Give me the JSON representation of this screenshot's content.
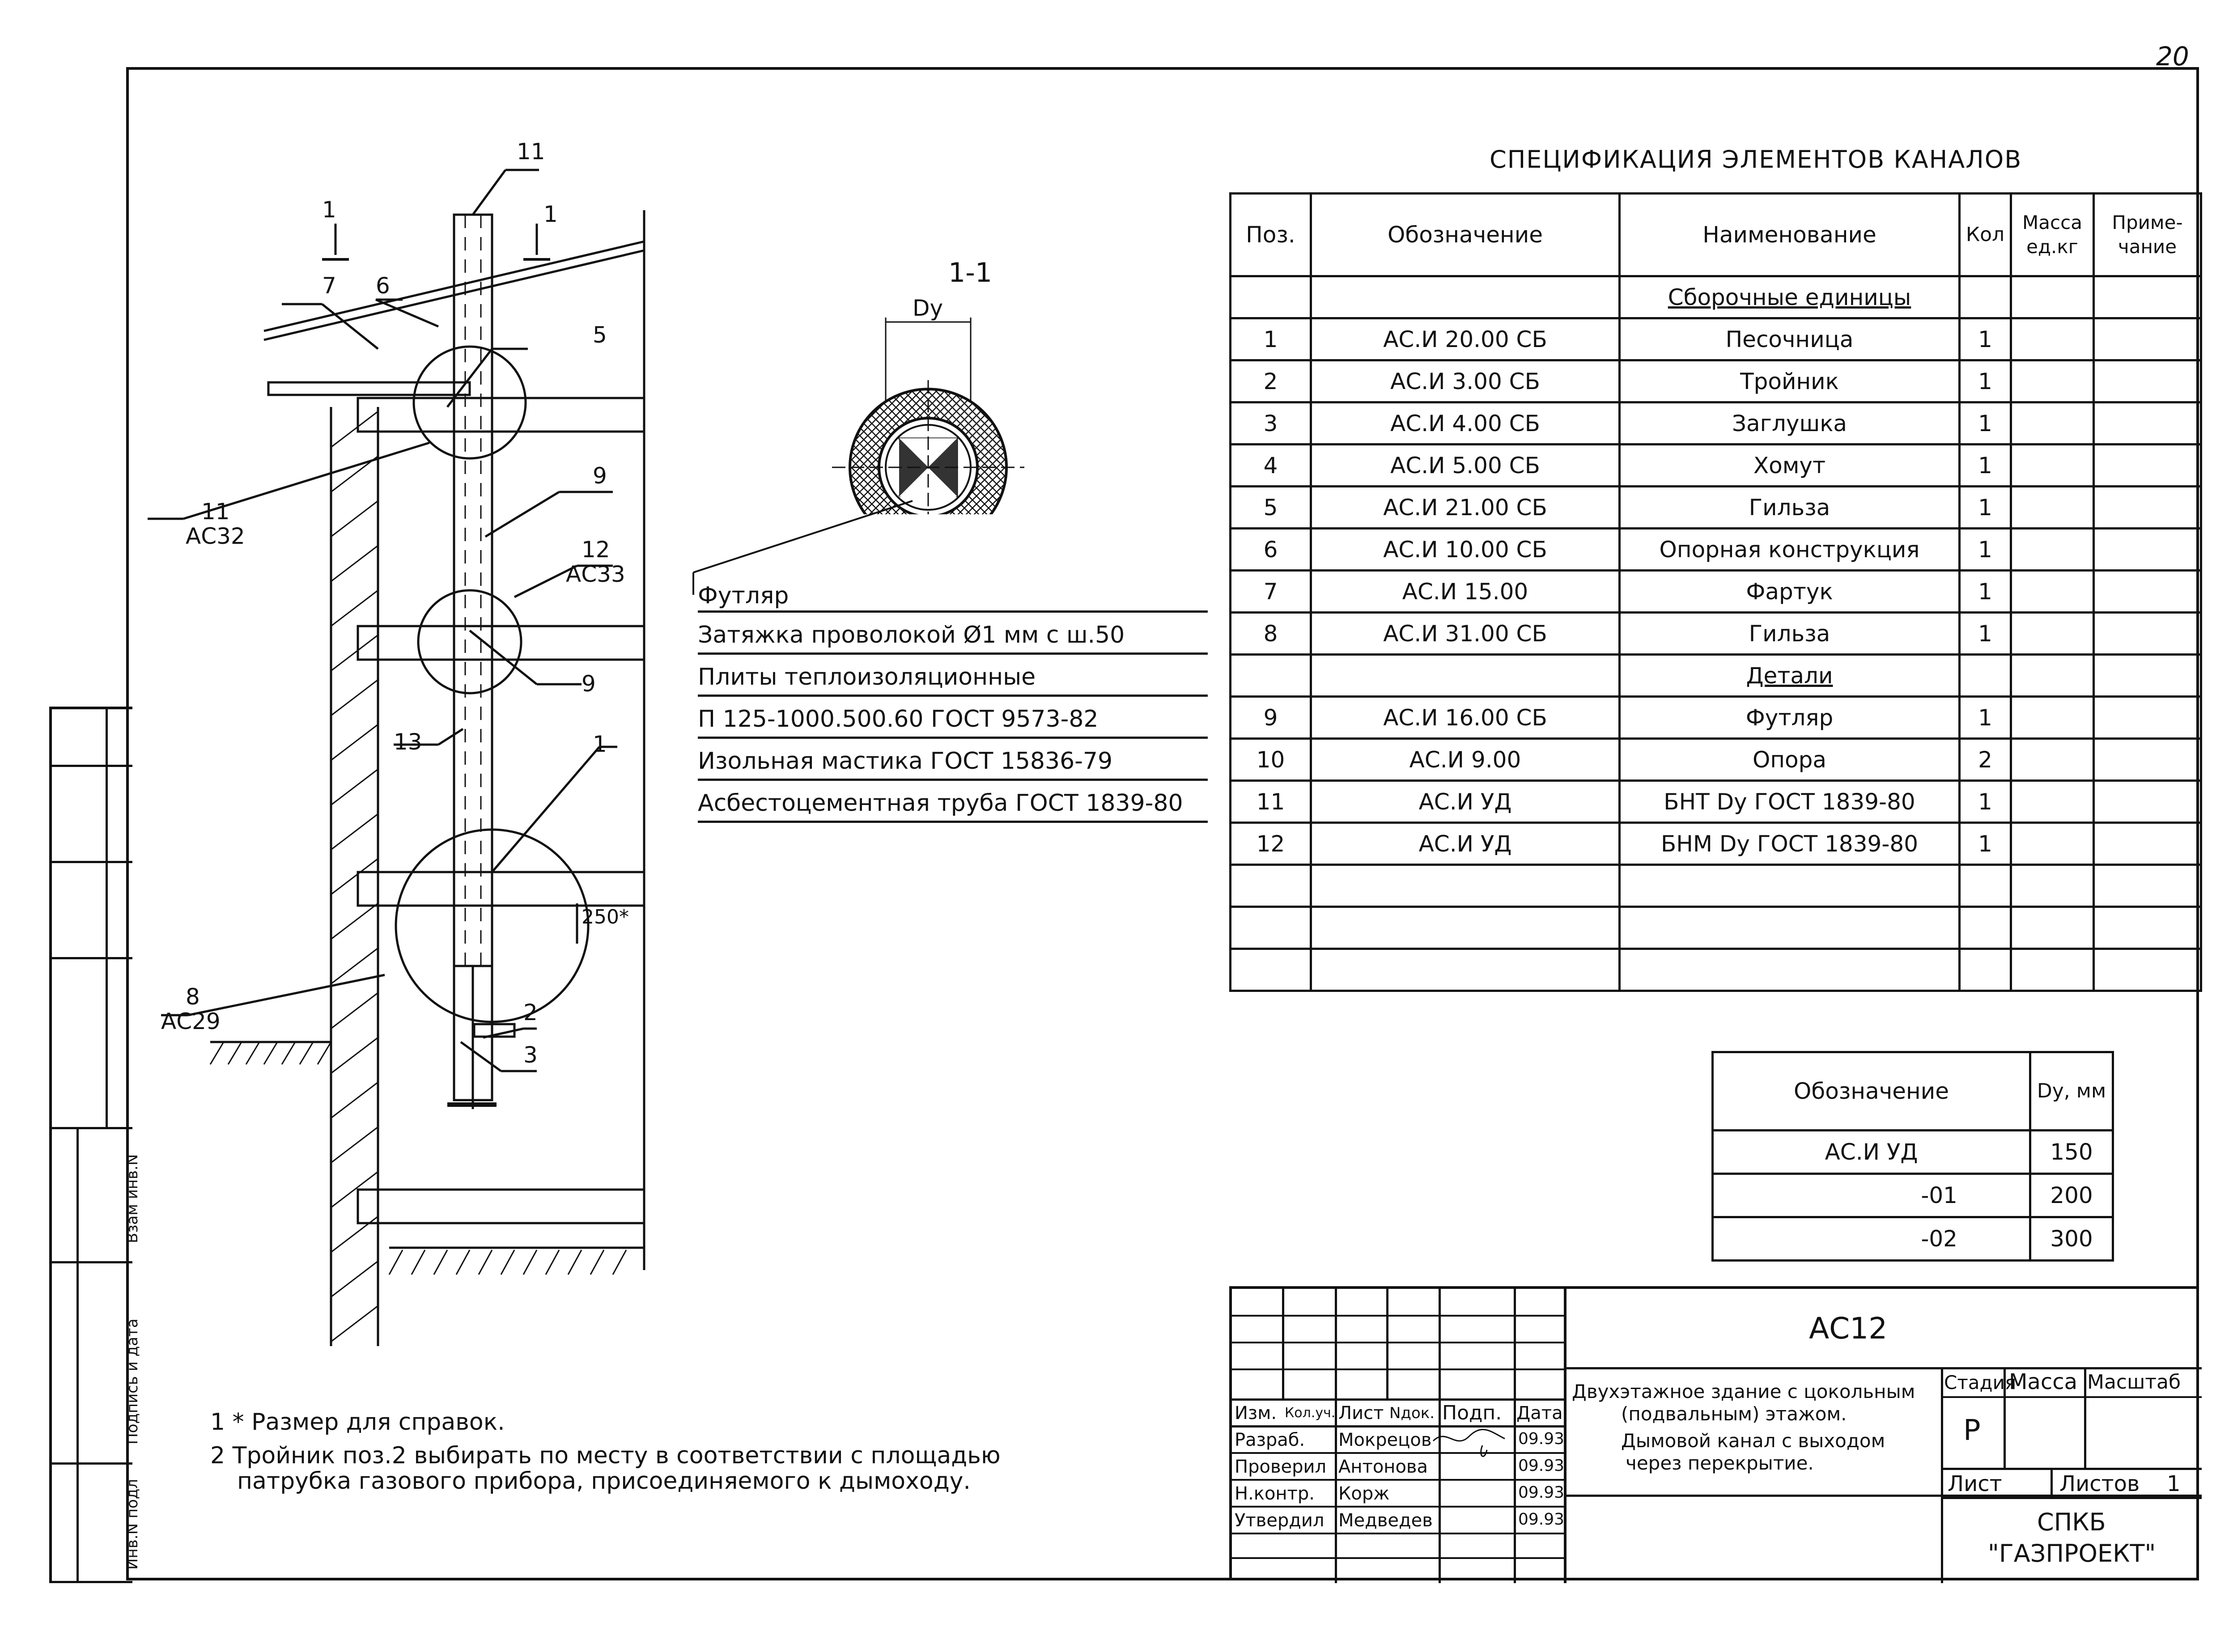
{
  "page_number": "20",
  "spec": {
    "title": "СПЕЦИФИКАЦИЯ ЭЛЕМЕНТОВ КАНАЛОВ",
    "headers": [
      "Поз.",
      "Обозначение",
      "Наименование",
      "Кол",
      "Масса ед.кг",
      "Приме-чание"
    ],
    "rows": [
      {
        "pos": "",
        "code": "",
        "name": "Сборочные единицы",
        "qty": "",
        "section": true
      },
      {
        "pos": "1",
        "code": "АС.И 20.00 СБ",
        "name": "Песочница",
        "qty": "1"
      },
      {
        "pos": "2",
        "code": "АС.И 3.00 СБ",
        "name": "Тройник",
        "qty": "1"
      },
      {
        "pos": "3",
        "code": "АС.И 4.00 СБ",
        "name": "Заглушка",
        "qty": "1"
      },
      {
        "pos": "4",
        "code": "АС.И 5.00 СБ",
        "name": "Хомут",
        "qty": "1"
      },
      {
        "pos": "5",
        "code": "АС.И 21.00 СБ",
        "name": "Гильза",
        "qty": "1"
      },
      {
        "pos": "6",
        "code": "АС.И 10.00 СБ",
        "name": "Опорная конструкция",
        "qty": "1"
      },
      {
        "pos": "7",
        "code": "АС.И 15.00",
        "name": "Фартук",
        "qty": "1"
      },
      {
        "pos": "8",
        "code": "АС.И 31.00 СБ",
        "name": "Гильза",
        "qty": "1"
      },
      {
        "pos": "",
        "code": "",
        "name": "Детали",
        "qty": "",
        "section": true
      },
      {
        "pos": "9",
        "code": "АС.И 16.00 СБ",
        "name": "Футляр",
        "qty": "1"
      },
      {
        "pos": "10",
        "code": "АС.И 9.00",
        "name": "Опора",
        "qty": "2"
      },
      {
        "pos": "11",
        "code": "АС.И УД",
        "name": "БНТ Dy ГОСТ 1839-80",
        "qty": "1"
      },
      {
        "pos": "12",
        "code": "АС.И УД",
        "name": "БНМ Dy ГОСТ 1839-80",
        "qty": "1"
      },
      {
        "pos": "",
        "code": "",
        "name": "",
        "qty": ""
      },
      {
        "pos": "",
        "code": "",
        "name": "",
        "qty": ""
      },
      {
        "pos": "",
        "code": "",
        "name": "",
        "qty": ""
      }
    ]
  },
  "dy_table": {
    "header_code": "Обозначение",
    "header_dy": "Dy, мм",
    "rows": [
      {
        "code": "АС.И УД",
        "dy": "150"
      },
      {
        "code": "-01",
        "dy": "200"
      },
      {
        "code": "-02",
        "dy": "300"
      }
    ]
  },
  "legend": {
    "items": [
      "Футляр",
      "Затяжка проволокой Ø1 мм с ш.50",
      "Плиты теплоизоляционные",
      "П 125-1000.500.60 ГОСТ 9573-82",
      "Изольная мастика ГОСТ 15836-79",
      "Асбестоцементная труба ГОСТ 1839-80"
    ]
  },
  "section": {
    "title": "1-1",
    "dim": "Dy"
  },
  "drawing_labels": {
    "cut_left": "1",
    "cut_right": "1",
    "l11": "11",
    "l7": "7",
    "l6": "6",
    "l5": "5",
    "l9a": "9",
    "l11b": "11",
    "ac32": "АС32",
    "l12": "12",
    "ac33": "АС33",
    "l9b": "9",
    "l13": "13",
    "l1": "1",
    "dim250": "250*",
    "l8": "8",
    "ac29": "АС29",
    "l2": "2",
    "l3": "3"
  },
  "notes": [
    "1 * Размер для справок.",
    "2 Тройник поз.2 выбирать по месту в соответствии с площадью",
    "патрубка газового прибора, присоединяемого к дымоходу."
  ],
  "sidebar": {
    "labels": [
      "Взам инв.N",
      "Подпись и дата",
      "Инв.N подл"
    ]
  },
  "stamp": {
    "code": "АС12",
    "title_lines": [
      "Двухэтажное здание с цокольным",
      "(подвальным) этажом.",
      "Дымовой канал с выходом",
      "через перекрытие."
    ],
    "col_headers": [
      "Изм.",
      "Кол.уч.",
      "Лист",
      "Nдок.",
      "Подп.",
      "Дата"
    ],
    "people": [
      {
        "role": "Разраб.",
        "name": "Мокрецов",
        "date": "09.93"
      },
      {
        "role": "Проверил",
        "name": "Антонова",
        "date": "09.93"
      },
      {
        "role": "Н.контр.",
        "name": "Корж",
        "date": "09.93"
      },
      {
        "role": "Утвердил",
        "name": "Медведев",
        "date": "09.93"
      }
    ],
    "stage_label": "Стадия",
    "mass_label": "Масса",
    "scale_label": "Масштаб",
    "stage_value": "Р",
    "sheet_label": "Лист",
    "sheets_label": "Листов",
    "sheets_value": "1",
    "org_line1": "СПКБ",
    "org_line2": "\"ГАЗПРОЕКТ\""
  }
}
